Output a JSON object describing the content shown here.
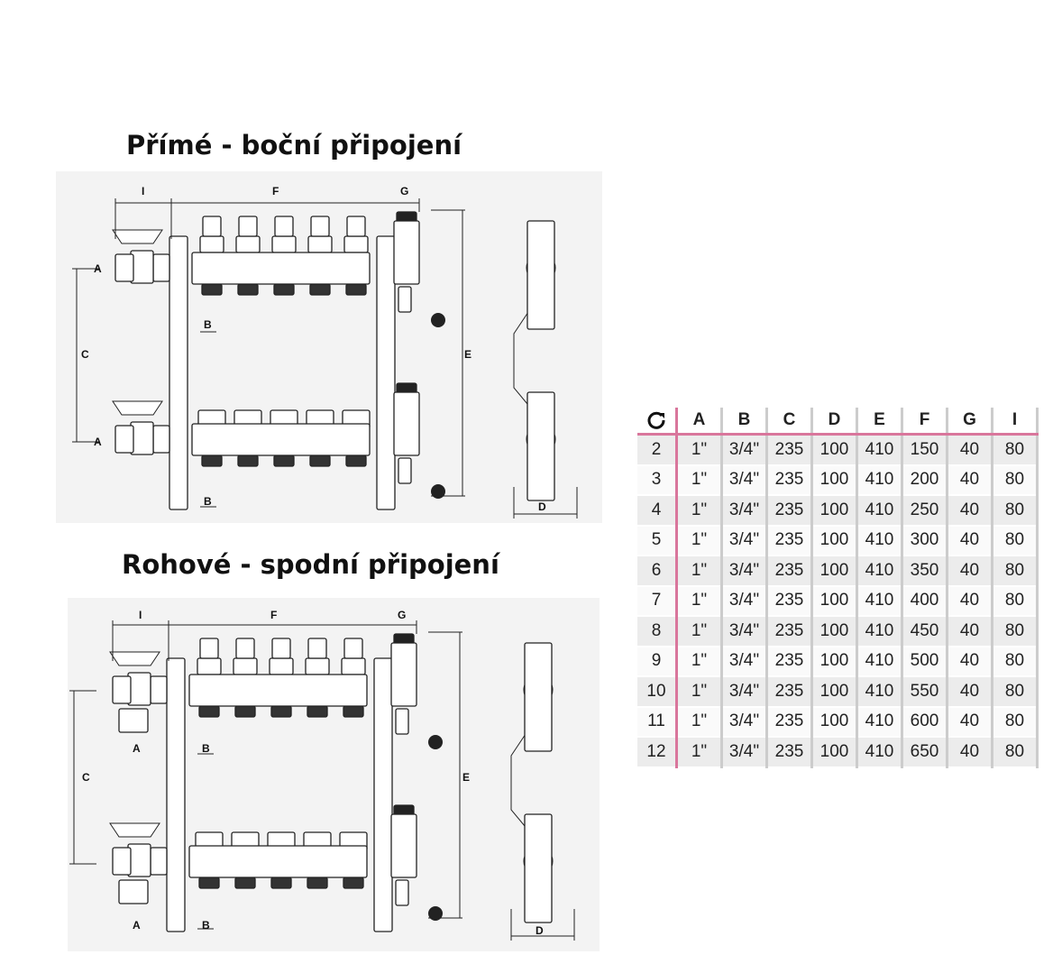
{
  "titles": {
    "straight": "Přímé - boční připojení",
    "corner": "Rohové - spodní připojení"
  },
  "dimension_labels": {
    "A": "A",
    "B": "B",
    "C": "C",
    "D": "D",
    "E": "E",
    "F": "F",
    "G": "G",
    "I": "I"
  },
  "table": {
    "header_icon": "refresh-icon",
    "columns": [
      "A",
      "B",
      "C",
      "D",
      "E",
      "F",
      "G",
      "I"
    ],
    "rows": [
      [
        "2",
        "1\"",
        "3/4\"",
        "235",
        "100",
        "410",
        "150",
        "40",
        "80"
      ],
      [
        "3",
        "1\"",
        "3/4\"",
        "235",
        "100",
        "410",
        "200",
        "40",
        "80"
      ],
      [
        "4",
        "1\"",
        "3/4\"",
        "235",
        "100",
        "410",
        "250",
        "40",
        "80"
      ],
      [
        "5",
        "1\"",
        "3/4\"",
        "235",
        "100",
        "410",
        "300",
        "40",
        "80"
      ],
      [
        "6",
        "1\"",
        "3/4\"",
        "235",
        "100",
        "410",
        "350",
        "40",
        "80"
      ],
      [
        "7",
        "1\"",
        "3/4\"",
        "235",
        "100",
        "410",
        "400",
        "40",
        "80"
      ],
      [
        "8",
        "1\"",
        "3/4\"",
        "235",
        "100",
        "410",
        "450",
        "40",
        "80"
      ],
      [
        "9",
        "1\"",
        "3/4\"",
        "235",
        "100",
        "410",
        "500",
        "40",
        "80"
      ],
      [
        "10",
        "1\"",
        "3/4\"",
        "235",
        "100",
        "410",
        "550",
        "40",
        "80"
      ],
      [
        "11",
        "1\"",
        "3/4\"",
        "235",
        "100",
        "410",
        "600",
        "40",
        "80"
      ],
      [
        "12",
        "1\"",
        "3/4\"",
        "235",
        "100",
        "410",
        "650",
        "40",
        "80"
      ]
    ]
  },
  "colors": {
    "accent": "#d9769c"
  }
}
